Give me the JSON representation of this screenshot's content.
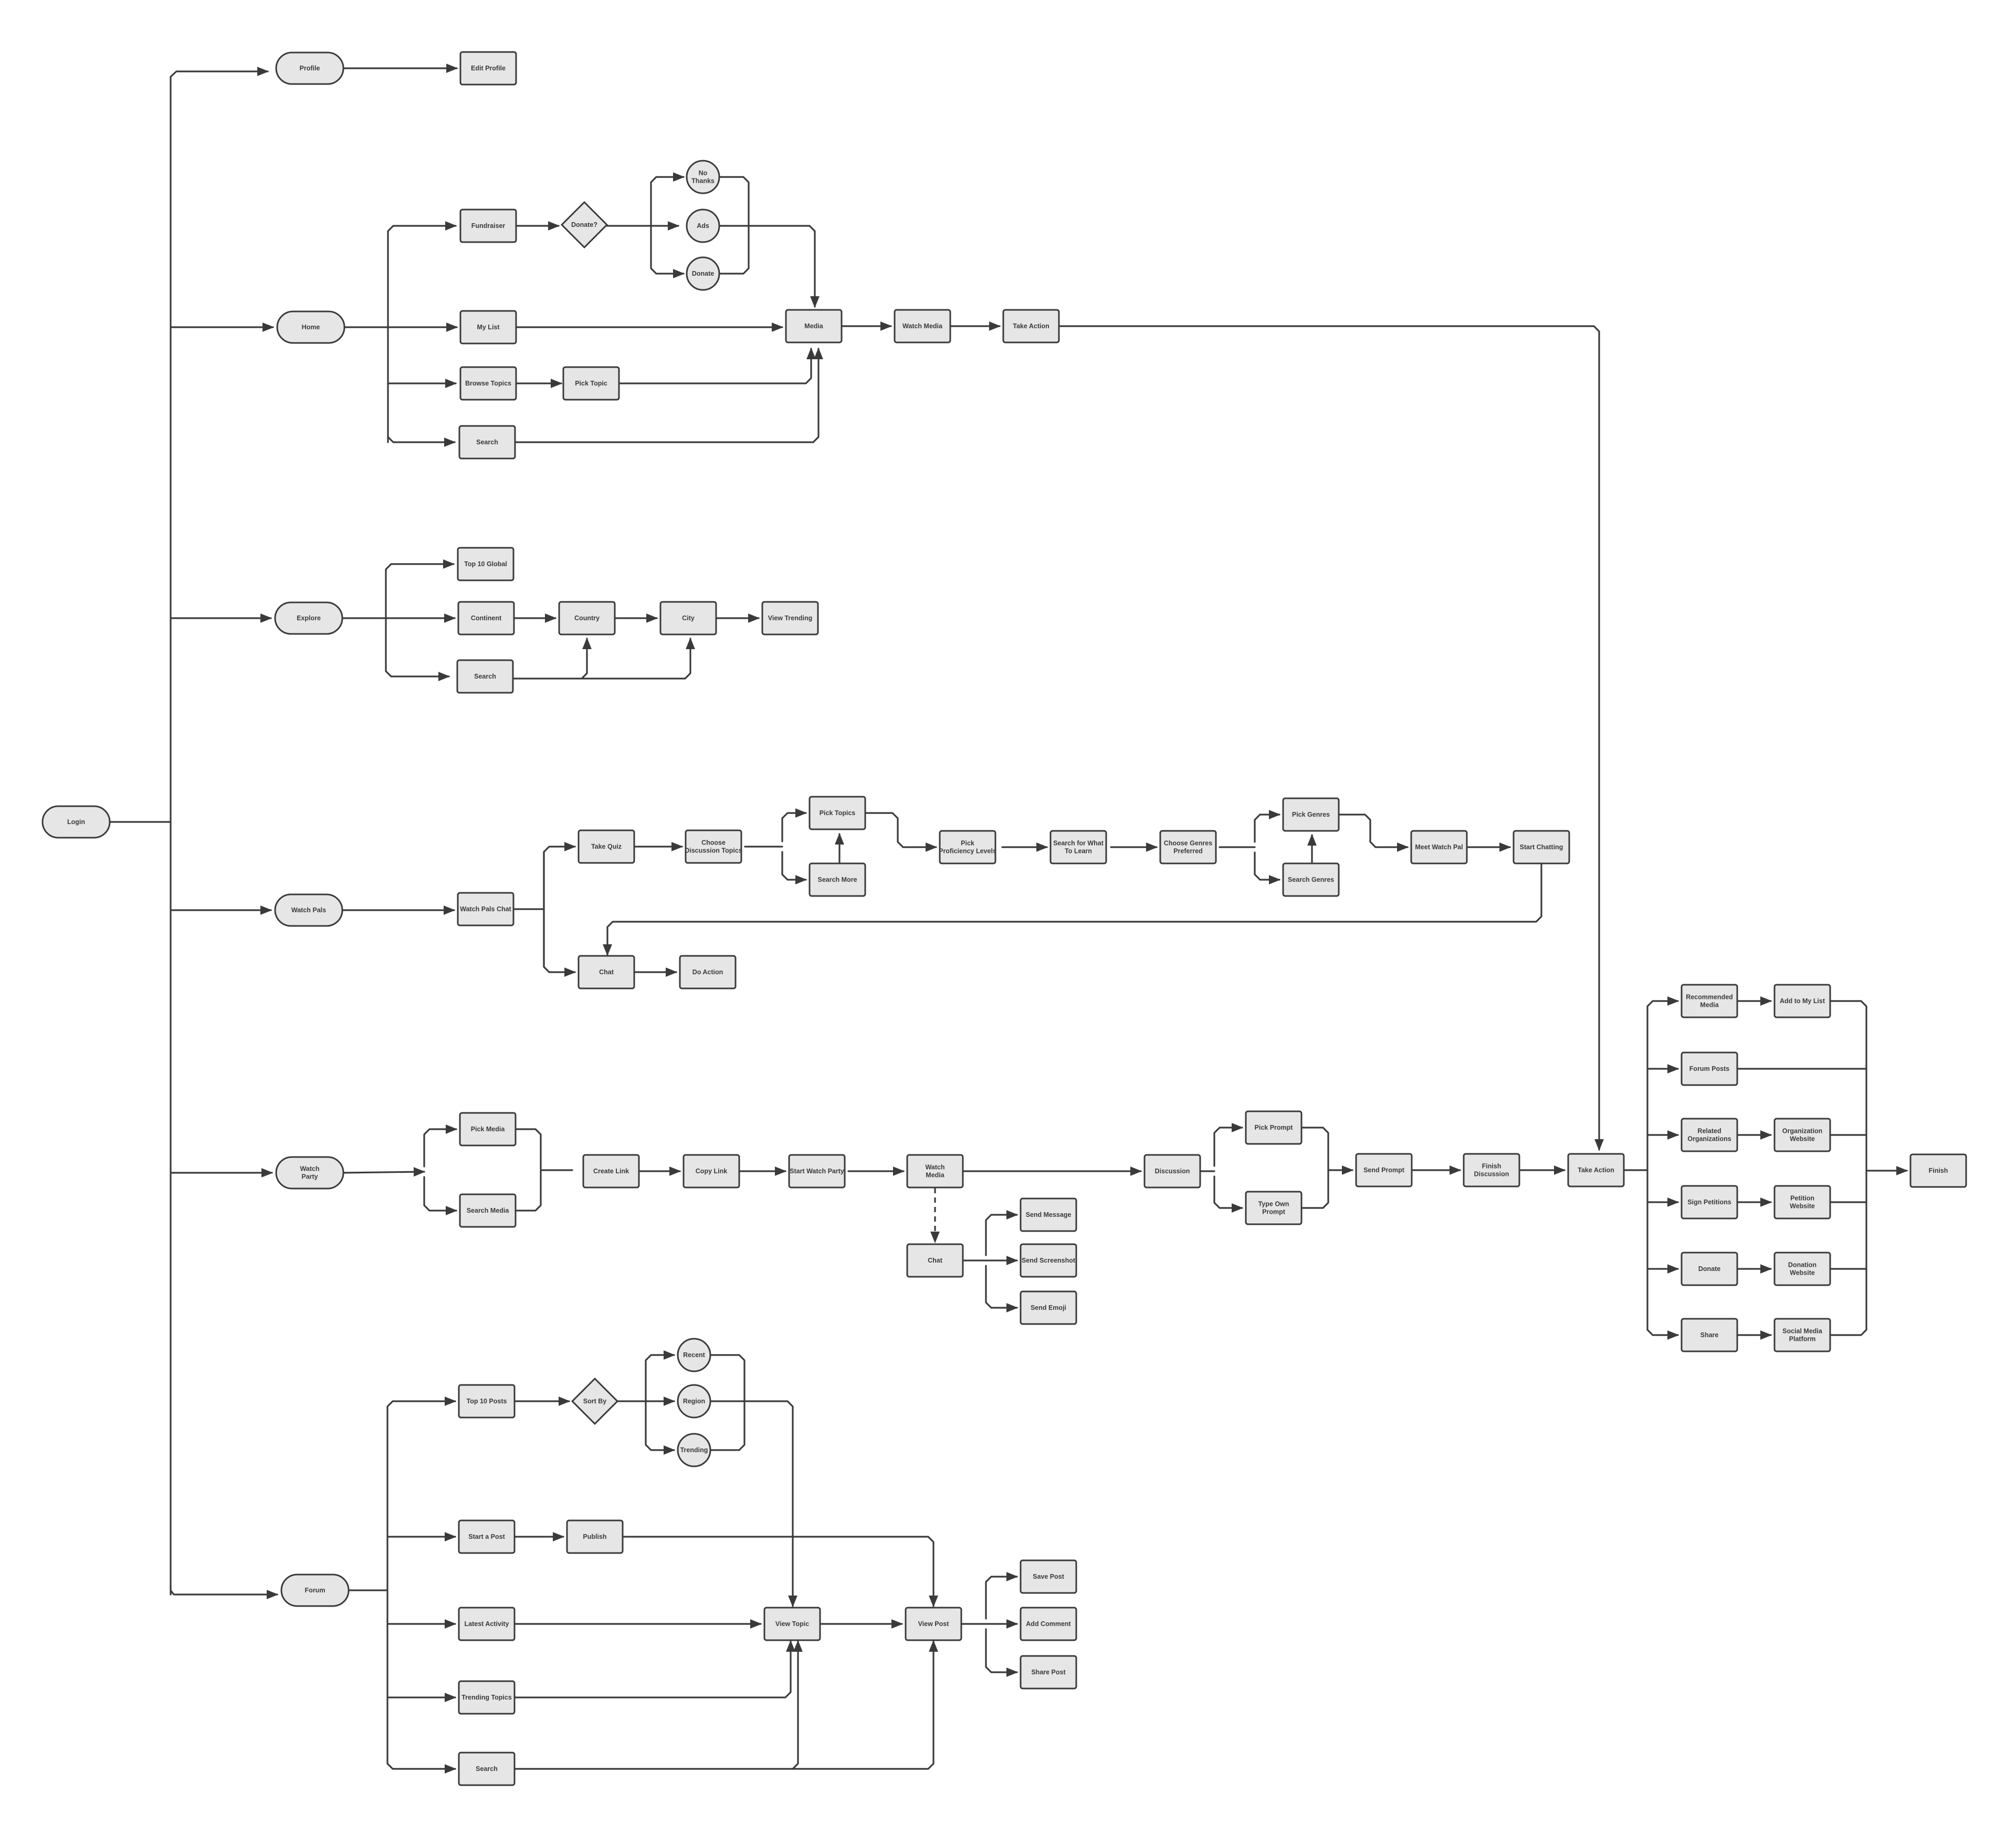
{
  "diagram": {
    "colors": {
      "node_fill": "#e6e6e6",
      "stroke": "#3a3a3a",
      "text": "#3a3a3a",
      "background": "#ffffff"
    },
    "nodes": [
      {
        "id": "login",
        "label": [
          "Login"
        ],
        "shape": "terminal"
      },
      {
        "id": "profile",
        "label": [
          "Profile"
        ],
        "shape": "terminal"
      },
      {
        "id": "edit_profile",
        "label": [
          "Edit Profile"
        ],
        "shape": "process"
      },
      {
        "id": "home",
        "label": [
          "Home"
        ],
        "shape": "terminal"
      },
      {
        "id": "fundraiser",
        "label": [
          "Fundraiser"
        ],
        "shape": "process"
      },
      {
        "id": "donate_q",
        "label": [
          "Donate?"
        ],
        "shape": "decision"
      },
      {
        "id": "no_thanks",
        "label": [
          "No",
          "Thanks"
        ],
        "shape": "circle"
      },
      {
        "id": "ads",
        "label": [
          "Ads"
        ],
        "shape": "circle"
      },
      {
        "id": "donate_c",
        "label": [
          "Donate"
        ],
        "shape": "circle"
      },
      {
        "id": "my_list",
        "label": [
          "My List"
        ],
        "shape": "process"
      },
      {
        "id": "browse_topics",
        "label": [
          "Browse Topics"
        ],
        "shape": "process"
      },
      {
        "id": "pick_topic",
        "label": [
          "Pick Topic"
        ],
        "shape": "process"
      },
      {
        "id": "search_home",
        "label": [
          "Search"
        ],
        "shape": "process"
      },
      {
        "id": "media",
        "label": [
          "Media"
        ],
        "shape": "process"
      },
      {
        "id": "watch_media_home",
        "label": [
          "Watch Media"
        ],
        "shape": "process"
      },
      {
        "id": "take_action_home",
        "label": [
          "Take Action"
        ],
        "shape": "process"
      },
      {
        "id": "explore",
        "label": [
          "Explore"
        ],
        "shape": "terminal"
      },
      {
        "id": "top10_global",
        "label": [
          "Top 10 Global"
        ],
        "shape": "process"
      },
      {
        "id": "continent",
        "label": [
          "Continent"
        ],
        "shape": "process"
      },
      {
        "id": "country",
        "label": [
          "Country"
        ],
        "shape": "process"
      },
      {
        "id": "city",
        "label": [
          "City"
        ],
        "shape": "process"
      },
      {
        "id": "view_trending",
        "label": [
          "View Trending"
        ],
        "shape": "process"
      },
      {
        "id": "search_explore",
        "label": [
          "Search"
        ],
        "shape": "process"
      },
      {
        "id": "watch_pals",
        "label": [
          "Watch Pals"
        ],
        "shape": "terminal"
      },
      {
        "id": "watch_pals_chat",
        "label": [
          "Watch Pals Chat"
        ],
        "shape": "process"
      },
      {
        "id": "take_quiz",
        "label": [
          "Take Quiz"
        ],
        "shape": "process"
      },
      {
        "id": "choose_disc_topics",
        "label": [
          "Choose",
          "Discussion Topics"
        ],
        "shape": "process"
      },
      {
        "id": "pick_topics",
        "label": [
          "Pick Topics"
        ],
        "shape": "process"
      },
      {
        "id": "search_more",
        "label": [
          "Search More"
        ],
        "shape": "process"
      },
      {
        "id": "pick_prof",
        "label": [
          "Pick",
          "Proficiency Levels"
        ],
        "shape": "process"
      },
      {
        "id": "search_learn",
        "label": [
          "Search for What",
          "To Learn"
        ],
        "shape": "process"
      },
      {
        "id": "choose_genres",
        "label": [
          "Choose Genres",
          "Preferred"
        ],
        "shape": "process"
      },
      {
        "id": "pick_genres",
        "label": [
          "Pick Genres"
        ],
        "shape": "process"
      },
      {
        "id": "search_genres",
        "label": [
          "Search Genres"
        ],
        "shape": "process"
      },
      {
        "id": "meet_watch_pal",
        "label": [
          "Meet Watch Pal"
        ],
        "shape": "process"
      },
      {
        "id": "start_chatting",
        "label": [
          "Start Chatting"
        ],
        "shape": "process"
      },
      {
        "id": "chat_pals",
        "label": [
          "Chat"
        ],
        "shape": "process"
      },
      {
        "id": "do_action",
        "label": [
          "Do Action"
        ],
        "shape": "process"
      },
      {
        "id": "watch_party",
        "label": [
          "Watch",
          "Party"
        ],
        "shape": "terminal"
      },
      {
        "id": "pick_media",
        "label": [
          "Pick Media"
        ],
        "shape": "process"
      },
      {
        "id": "search_media",
        "label": [
          "Search Media"
        ],
        "shape": "process"
      },
      {
        "id": "create_link",
        "label": [
          "Create Link"
        ],
        "shape": "process"
      },
      {
        "id": "copy_link",
        "label": [
          "Copy Link"
        ],
        "shape": "process"
      },
      {
        "id": "start_watch_party",
        "label": [
          "Start Watch Party"
        ],
        "shape": "process"
      },
      {
        "id": "watch_media_party",
        "label": [
          "Watch",
          "Media"
        ],
        "shape": "process"
      },
      {
        "id": "chat_party",
        "label": [
          "Chat"
        ],
        "shape": "process"
      },
      {
        "id": "send_message",
        "label": [
          "Send Message"
        ],
        "shape": "process"
      },
      {
        "id": "send_screenshot",
        "label": [
          "Send Screenshot"
        ],
        "shape": "process"
      },
      {
        "id": "send_emoji",
        "label": [
          "Send Emoji"
        ],
        "shape": "process"
      },
      {
        "id": "discussion",
        "label": [
          "Discussion"
        ],
        "shape": "process"
      },
      {
        "id": "pick_prompt",
        "label": [
          "Pick Prompt"
        ],
        "shape": "process"
      },
      {
        "id": "type_own_prompt",
        "label": [
          "Type Own",
          "Prompt"
        ],
        "shape": "process"
      },
      {
        "id": "send_prompt",
        "label": [
          "Send Prompt"
        ],
        "shape": "process"
      },
      {
        "id": "finish_discussion",
        "label": [
          "Finish",
          "Discussion"
        ],
        "shape": "process"
      },
      {
        "id": "take_action_main",
        "label": [
          "Take Action"
        ],
        "shape": "process"
      },
      {
        "id": "recommended_media",
        "label": [
          "Recommended",
          "Media"
        ],
        "shape": "process"
      },
      {
        "id": "add_to_my_list",
        "label": [
          "Add to My List"
        ],
        "shape": "process"
      },
      {
        "id": "forum_posts",
        "label": [
          "Forum Posts"
        ],
        "shape": "process"
      },
      {
        "id": "related_orgs",
        "label": [
          "Related",
          "Organizations"
        ],
        "shape": "process"
      },
      {
        "id": "org_website",
        "label": [
          "Organization",
          "Website"
        ],
        "shape": "process"
      },
      {
        "id": "sign_petitions",
        "label": [
          "Sign Petitions"
        ],
        "shape": "process"
      },
      {
        "id": "petition_website",
        "label": [
          "Petition",
          "Website"
        ],
        "shape": "process"
      },
      {
        "id": "donate_action",
        "label": [
          "Donate"
        ],
        "shape": "process"
      },
      {
        "id": "donation_website",
        "label": [
          "Donation",
          "Website"
        ],
        "shape": "process"
      },
      {
        "id": "share",
        "label": [
          "Share"
        ],
        "shape": "process"
      },
      {
        "id": "social_media",
        "label": [
          "Social Media",
          "Platform"
        ],
        "shape": "process"
      },
      {
        "id": "finish",
        "label": [
          "Finish"
        ],
        "shape": "process"
      },
      {
        "id": "forum",
        "label": [
          "Forum"
        ],
        "shape": "terminal"
      },
      {
        "id": "top10_posts",
        "label": [
          "Top 10 Posts"
        ],
        "shape": "process"
      },
      {
        "id": "sort_by",
        "label": [
          "Sort By"
        ],
        "shape": "decision"
      },
      {
        "id": "recent",
        "label": [
          "Recent"
        ],
        "shape": "circle"
      },
      {
        "id": "region",
        "label": [
          "Region"
        ],
        "shape": "circle"
      },
      {
        "id": "trending",
        "label": [
          "Trending"
        ],
        "shape": "circle"
      },
      {
        "id": "start_a_post",
        "label": [
          "Start a Post"
        ],
        "shape": "process"
      },
      {
        "id": "publish",
        "label": [
          "Publish"
        ],
        "shape": "process"
      },
      {
        "id": "latest_activity",
        "label": [
          "Latest Activity"
        ],
        "shape": "process"
      },
      {
        "id": "view_topic",
        "label": [
          "View Topic"
        ],
        "shape": "process"
      },
      {
        "id": "view_post",
        "label": [
          "View Post"
        ],
        "shape": "process"
      },
      {
        "id": "save_post",
        "label": [
          "Save Post"
        ],
        "shape": "process"
      },
      {
        "id": "add_comment",
        "label": [
          "Add Comment"
        ],
        "shape": "process"
      },
      {
        "id": "share_post",
        "label": [
          "Share Post"
        ],
        "shape": "process"
      },
      {
        "id": "trending_topics",
        "label": [
          "Trending Topics"
        ],
        "shape": "process"
      },
      {
        "id": "search_forum",
        "label": [
          "Search"
        ],
        "shape": "process"
      }
    ],
    "edges": [
      {
        "from": "login",
        "to": "profile"
      },
      {
        "from": "login",
        "to": "home"
      },
      {
        "from": "login",
        "to": "explore"
      },
      {
        "from": "login",
        "to": "watch_pals"
      },
      {
        "from": "login",
        "to": "watch_party"
      },
      {
        "from": "login",
        "to": "forum"
      },
      {
        "from": "profile",
        "to": "edit_profile"
      },
      {
        "from": "home",
        "to": "fundraiser"
      },
      {
        "from": "home",
        "to": "my_list"
      },
      {
        "from": "home",
        "to": "browse_topics"
      },
      {
        "from": "home",
        "to": "search_home"
      },
      {
        "from": "fundraiser",
        "to": "donate_q"
      },
      {
        "from": "donate_q",
        "to": "no_thanks"
      },
      {
        "from": "donate_q",
        "to": "ads"
      },
      {
        "from": "donate_q",
        "to": "donate_c"
      },
      {
        "from": "ads",
        "to": "media"
      },
      {
        "from": "my_list",
        "to": "media"
      },
      {
        "from": "browse_topics",
        "to": "pick_topic"
      },
      {
        "from": "pick_topic",
        "to": "media"
      },
      {
        "from": "search_home",
        "to": "media"
      },
      {
        "from": "media",
        "to": "watch_media_home"
      },
      {
        "from": "watch_media_home",
        "to": "take_action_home"
      },
      {
        "from": "take_action_home",
        "to": "take_action_main"
      },
      {
        "from": "explore",
        "to": "top10_global"
      },
      {
        "from": "explore",
        "to": "continent"
      },
      {
        "from": "explore",
        "to": "search_explore"
      },
      {
        "from": "continent",
        "to": "country"
      },
      {
        "from": "country",
        "to": "city"
      },
      {
        "from": "city",
        "to": "view_trending"
      },
      {
        "from": "search_explore",
        "to": "country"
      },
      {
        "from": "search_explore",
        "to": "city"
      },
      {
        "from": "watch_pals",
        "to": "watch_pals_chat"
      },
      {
        "from": "watch_pals_chat",
        "to": "take_quiz"
      },
      {
        "from": "watch_pals_chat",
        "to": "chat_pals"
      },
      {
        "from": "take_quiz",
        "to": "choose_disc_topics"
      },
      {
        "from": "choose_disc_topics",
        "to": "pick_topics"
      },
      {
        "from": "choose_disc_topics",
        "to": "search_more"
      },
      {
        "from": "search_more",
        "to": "pick_topics"
      },
      {
        "from": "pick_topics",
        "to": "pick_prof"
      },
      {
        "from": "pick_prof",
        "to": "search_learn"
      },
      {
        "from": "search_learn",
        "to": "choose_genres"
      },
      {
        "from": "choose_genres",
        "to": "pick_genres"
      },
      {
        "from": "choose_genres",
        "to": "search_genres"
      },
      {
        "from": "search_genres",
        "to": "pick_genres"
      },
      {
        "from": "pick_genres",
        "to": "meet_watch_pal"
      },
      {
        "from": "meet_watch_pal",
        "to": "start_chatting"
      },
      {
        "from": "start_chatting",
        "to": "chat_pals"
      },
      {
        "from": "chat_pals",
        "to": "do_action"
      },
      {
        "from": "watch_party",
        "to": "pick_media"
      },
      {
        "from": "watch_party",
        "to": "search_media"
      },
      {
        "from": "pick_media",
        "to": "create_link"
      },
      {
        "from": "search_media",
        "to": "create_link"
      },
      {
        "from": "create_link",
        "to": "copy_link"
      },
      {
        "from": "copy_link",
        "to": "start_watch_party"
      },
      {
        "from": "start_watch_party",
        "to": "watch_media_party"
      },
      {
        "from": "watch_media_party",
        "to": "chat_party",
        "style": "dashed"
      },
      {
        "from": "chat_party",
        "to": "send_message"
      },
      {
        "from": "chat_party",
        "to": "send_screenshot"
      },
      {
        "from": "chat_party",
        "to": "send_emoji"
      },
      {
        "from": "watch_media_party",
        "to": "discussion"
      },
      {
        "from": "discussion",
        "to": "pick_prompt"
      },
      {
        "from": "discussion",
        "to": "type_own_prompt"
      },
      {
        "from": "pick_prompt",
        "to": "send_prompt"
      },
      {
        "from": "type_own_prompt",
        "to": "send_prompt"
      },
      {
        "from": "send_prompt",
        "to": "finish_discussion"
      },
      {
        "from": "finish_discussion",
        "to": "take_action_main"
      },
      {
        "from": "take_action_main",
        "to": "recommended_media"
      },
      {
        "from": "take_action_main",
        "to": "forum_posts"
      },
      {
        "from": "take_action_main",
        "to": "related_orgs"
      },
      {
        "from": "take_action_main",
        "to": "sign_petitions"
      },
      {
        "from": "take_action_main",
        "to": "donate_action"
      },
      {
        "from": "take_action_main",
        "to": "share"
      },
      {
        "from": "recommended_media",
        "to": "add_to_my_list"
      },
      {
        "from": "related_orgs",
        "to": "org_website"
      },
      {
        "from": "sign_petitions",
        "to": "petition_website"
      },
      {
        "from": "donate_action",
        "to": "donation_website"
      },
      {
        "from": "share",
        "to": "social_media"
      },
      {
        "from": "add_to_my_list",
        "to": "finish"
      },
      {
        "from": "forum_posts",
        "to": "finish"
      },
      {
        "from": "org_website",
        "to": "finish"
      },
      {
        "from": "petition_website",
        "to": "finish"
      },
      {
        "from": "donation_website",
        "to": "finish"
      },
      {
        "from": "social_media",
        "to": "finish"
      },
      {
        "from": "forum",
        "to": "top10_posts"
      },
      {
        "from": "forum",
        "to": "start_a_post"
      },
      {
        "from": "forum",
        "to": "latest_activity"
      },
      {
        "from": "forum",
        "to": "trending_topics"
      },
      {
        "from": "forum",
        "to": "search_forum"
      },
      {
        "from": "top10_posts",
        "to": "sort_by"
      },
      {
        "from": "sort_by",
        "to": "recent"
      },
      {
        "from": "sort_by",
        "to": "region"
      },
      {
        "from": "sort_by",
        "to": "trending"
      },
      {
        "from": "region",
        "to": "view_topic"
      },
      {
        "from": "start_a_post",
        "to": "publish"
      },
      {
        "from": "publish",
        "to": "view_post"
      },
      {
        "from": "latest_activity",
        "to": "view_topic"
      },
      {
        "from": "trending_topics",
        "to": "view_topic"
      },
      {
        "from": "search_forum",
        "to": "view_topic"
      },
      {
        "from": "search_forum",
        "to": "view_post"
      },
      {
        "from": "view_topic",
        "to": "view_post"
      },
      {
        "from": "view_post",
        "to": "save_post"
      },
      {
        "from": "view_post",
        "to": "add_comment"
      },
      {
        "from": "view_post",
        "to": "share_post"
      }
    ]
  }
}
